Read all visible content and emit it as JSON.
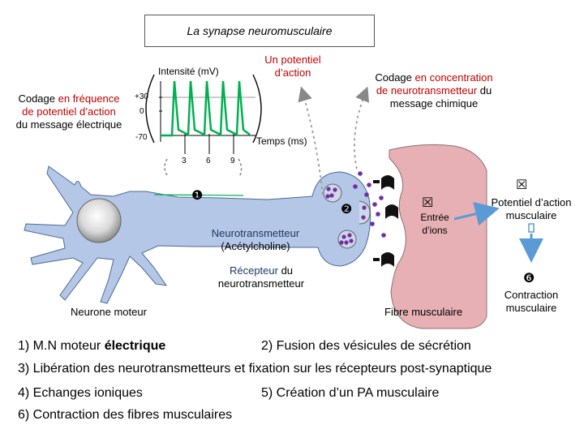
{
  "title": "La synapse neuromusculaire",
  "codage_frequence": {
    "prefix": "Codage",
    "highlight": "en fréquence",
    "line2": "de potentiel d’action",
    "line3": "du message électrique"
  },
  "codage_concentration": {
    "prefix": "Codage",
    "highlight": "en concentration",
    "line2_highlight": "de neurotransmetteur",
    "line2_suffix": " du",
    "line3": "message chimique"
  },
  "potentiel_action": {
    "line1": "Un potentiel",
    "line2": "d’action"
  },
  "graph": {
    "y_label": "Intensité (mV)",
    "x_label": "Temps (ms)",
    "y_ticks": [
      "+30",
      "0",
      "-70"
    ],
    "x_ticks": [
      "3",
      "6",
      "9"
    ]
  },
  "labels": {
    "neurotransmetteur": "Neurotransmetteur",
    "acetylcholine": "(Acétylcholine)",
    "recepteur_1": "Récepteur",
    "recepteur_1_suffix": " du",
    "recepteur_2": "neurotransmetteur",
    "neurone": "Neurone moteur",
    "fibre": "Fibre musculaire",
    "entree_1": "Entrée",
    "entree_2": "d’ions",
    "pot_musc_1": "Potentiel d’action",
    "pot_musc_2": "musculaire",
    "contraction_1": "Contraction",
    "contraction_2": "musculaire"
  },
  "markers": {
    "m1": "❶",
    "m2": "❷",
    "m3": "☒",
    "m5": "☒",
    "m6": "❻"
  },
  "steps": {
    "s1_prefix": "1) M.N moteur ",
    "s1_bold": "électrique",
    "s2": "2) Fusion des vésicules de sécrétion",
    "s3": "3) Libération des neurotransmetteurs et fixation sur les récepteurs post-synaptique",
    "s4": "4) Echanges ioniques",
    "s5": "5) Création d’un PA musculaire",
    "s6": "6) Contraction des fibres musculaires"
  },
  "colors": {
    "neuron": "#b4c7e7",
    "muscle": "#e6b0b4",
    "vesicle": "#7030a0",
    "signal": "#00b050",
    "arrow": "#5b9bd5",
    "highlight": "#c00000"
  }
}
